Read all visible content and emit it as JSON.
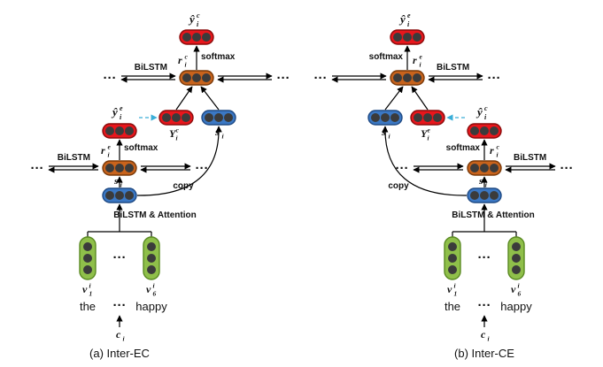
{
  "panels": [
    {
      "caption": "(a) Inter-EC",
      "top_output": "ŷ",
      "top_output_sup": "c",
      "top_output_sub": "i",
      "top_hidden": "r",
      "top_hidden_sup": "c",
      "top_hidden_sub": "i",
      "top_softmax": "softmax",
      "top_bilstm": "BiLSTM",
      "dots": "···",
      "mid_output": "ŷ",
      "mid_output_sup": "e",
      "mid_output_sub": "i",
      "mid_feature": "Y",
      "mid_feature_sup": "c",
      "mid_feature_sub": "i",
      "mid_s": "s",
      "mid_s_sub": "i",
      "low_hidden": "r",
      "low_hidden_sup": "e",
      "low_hidden_sub": "i",
      "low_softmax": "softmax",
      "low_bilstm": "BiLSTM",
      "low_s": "s",
      "low_s_sub": "i",
      "copy": "copy",
      "attention": "BiLSTM & Attention",
      "v1": "v",
      "v1_sup": "i",
      "v1_sub": "1",
      "v6": "v",
      "v6_sup": "i",
      "v6_sub": "6",
      "word1": "the",
      "word_dots": "···",
      "word6": "happy",
      "clause": "c",
      "clause_sub": "i"
    },
    {
      "caption": "(b) Inter-CE",
      "top_output": "ŷ",
      "top_output_sup": "e",
      "top_output_sub": "i",
      "top_hidden": "r",
      "top_hidden_sup": "e",
      "top_hidden_sub": "i",
      "top_softmax": "softmax",
      "top_bilstm": "BiLSTM",
      "dots": "···",
      "mid_output": "ŷ",
      "mid_output_sup": "c",
      "mid_output_sub": "i",
      "mid_feature": "Y",
      "mid_feature_sup": "e",
      "mid_feature_sub": "i",
      "mid_s": "s",
      "mid_s_sub": "i",
      "low_hidden": "r",
      "low_hidden_sup": "c",
      "low_hidden_sub": "i",
      "low_softmax": "softmax",
      "low_bilstm": "BiLSTM",
      "low_s": "s",
      "low_s_sub": "i",
      "copy": "copy",
      "attention": "BiLSTM & Attention",
      "v1": "v",
      "v1_sup": "i",
      "v1_sub": "1",
      "v6": "v",
      "v6_sup": "i",
      "v6_sub": "6",
      "word1": "the",
      "word_dots": "···",
      "word6": "happy",
      "clause": "c",
      "clause_sub": "i"
    }
  ],
  "colors": {
    "red_fill": "#e8161c",
    "red_stroke": "#8a0c0c",
    "orange_fill": "#c8631c",
    "orange_stroke": "#7a3a0a",
    "blue_fill": "#3b78c4",
    "blue_stroke": "#1f4a84",
    "green_fill": "#8fbf4a",
    "green_stroke": "#5a8a22",
    "node": "#3b3b3b",
    "dash": "#3aaed8"
  }
}
